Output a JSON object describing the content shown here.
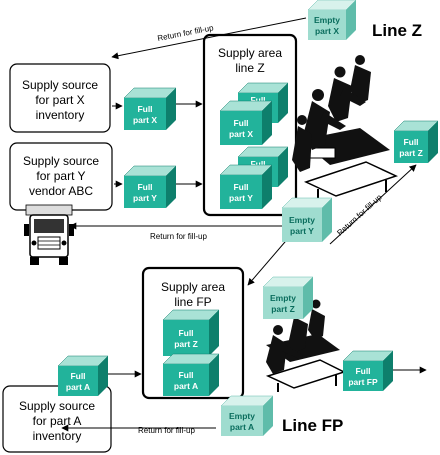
{
  "colors": {
    "box_front": "#22b39b",
    "box_top": "#a9e2d6",
    "box_side": "#0e7f6c",
    "box_text": "#ffffff",
    "empty_front": "#9fdccf",
    "empty_top": "#d8f2ec",
    "empty_side": "#5fbcaa",
    "empty_text": "#0a6d5d",
    "line": "#000000"
  },
  "line_labels": {
    "line_z": "Line Z",
    "line_fp": "Line FP"
  },
  "supply_sources": {
    "part_x": [
      "Supply source",
      "for part X",
      "inventory"
    ],
    "part_y": [
      "Supply source",
      "for part Y",
      "vendor ABC"
    ],
    "part_a": [
      "Supply source",
      "for part A",
      "inventory"
    ]
  },
  "supply_areas": {
    "line_z": [
      "Supply area",
      "line Z"
    ],
    "line_fp": [
      "Supply area",
      "line FP"
    ]
  },
  "parts": {
    "full": "Full",
    "empty": "Empty",
    "part_x": "part X",
    "part_y": "part Y",
    "part_z": "part Z",
    "part_a": "part A",
    "part_fp": "part FP"
  },
  "return_label": "Return for fill-up",
  "icons": {
    "truck": "delivery-truck-icon",
    "workers_z": "assembly-workers-icon",
    "workers_fp": "assembly-workers-icon"
  }
}
